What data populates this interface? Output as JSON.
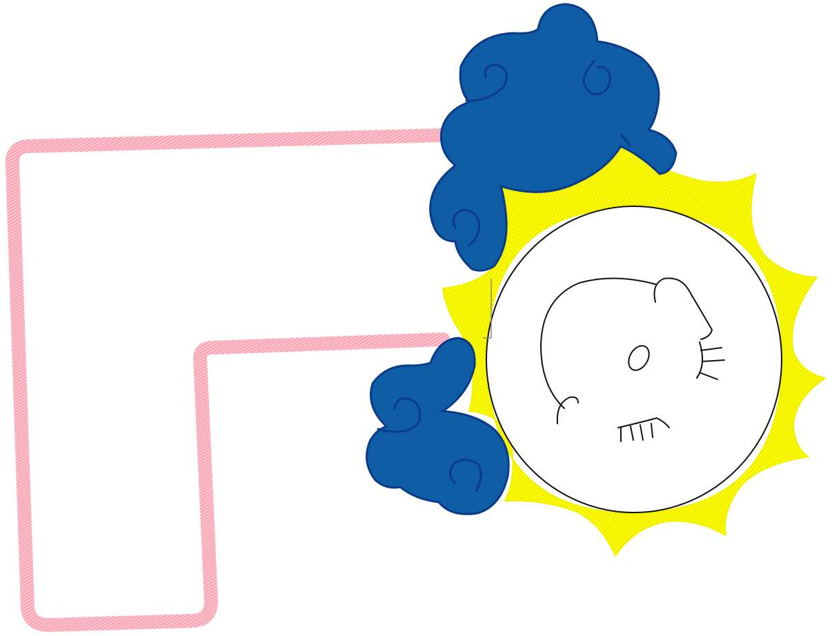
{
  "design": {
    "subject": "applique-letter-f-with-sun-and-clouds",
    "colors": {
      "letter_satin": "#ffb7c3",
      "letter_satin_shade": "#f79aab",
      "sun_satin": "#ffff00",
      "sun_satin_shade": "#e8e800",
      "cloud_fill": "#0f5aa4",
      "cloud_outline": "#0a3a8a",
      "face_line": "#111111",
      "background": "#ffffff"
    },
    "elements": [
      {
        "name": "letter-f",
        "icon": "letter-f-outline-icon"
      },
      {
        "name": "sun",
        "icon": "sun-icon"
      },
      {
        "name": "cloud-top",
        "icon": "cloud-icon"
      },
      {
        "name": "cloud-bottom",
        "icon": "cloud-icon"
      }
    ]
  }
}
